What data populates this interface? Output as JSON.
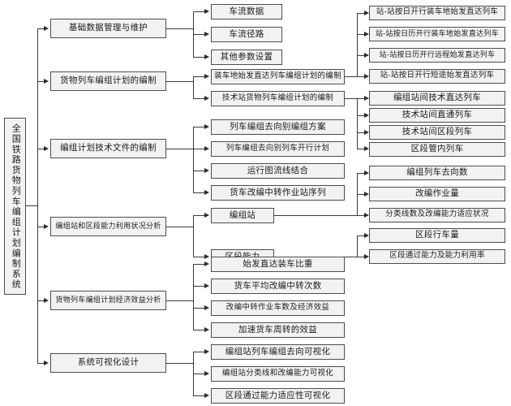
{
  "diagram": {
    "title": "全国铁路货物列车编组计划编制系统",
    "root": {
      "label": "全国铁路货物列车编组计划编制系统"
    },
    "level2": [
      {
        "label": "基础数据管理与维护"
      },
      {
        "label": "货物列车编组计划的编制"
      },
      {
        "label": "编组计划技术文件的编制"
      },
      {
        "label": "编组站和区段能力利用状况分析"
      },
      {
        "label": "货物列车编组计划经济效益分析"
      },
      {
        "label": "系统可视化设计"
      }
    ],
    "level3": [
      {
        "label": "车流数据"
      },
      {
        "label": "车流径路"
      },
      {
        "label": "其他参数设置"
      },
      {
        "label": "装车地始发直达列车编组计划的编制"
      },
      {
        "label": "技术站货物列车编组计划的编制"
      },
      {
        "label": "列车编组去向别编组方案"
      },
      {
        "label": "列车编组去向别列车开行计划"
      },
      {
        "label": "运行图流线结合"
      },
      {
        "label": "货车改编中转作业站序列"
      },
      {
        "label": "编组站"
      },
      {
        "label": "区段能力"
      },
      {
        "label": "始发直达装车比重"
      },
      {
        "label": "货车平均改编中转次数"
      },
      {
        "label": "改编中转作业车数及经济效益"
      },
      {
        "label": "加速货车周转的效益"
      },
      {
        "label": "编组站列车编组去向可视化"
      },
      {
        "label": "编组站分类线和改编能力可视化"
      },
      {
        "label": "区段通过能力适应性可视化"
      }
    ],
    "level4": [
      {
        "label": "站-站按日开行装车地始发直达列车"
      },
      {
        "label": "站-站按日历开行装车地始发直达列车"
      },
      {
        "label": "站-站按日历开行远程始发直达列车"
      },
      {
        "label": "站-站按日开行短途始发直达列车"
      },
      {
        "label": "编组站间技术直达列车"
      },
      {
        "label": "技术站间直通列车"
      },
      {
        "label": "技术站间区段列车"
      },
      {
        "label": "区段管内列车"
      },
      {
        "label": "编组列车去向数"
      },
      {
        "label": "改编作业量"
      },
      {
        "label": "分类线数及改编能力适应状况"
      },
      {
        "label": "区段行车量"
      },
      {
        "label": "区段通过能力及能力利用率"
      }
    ]
  }
}
